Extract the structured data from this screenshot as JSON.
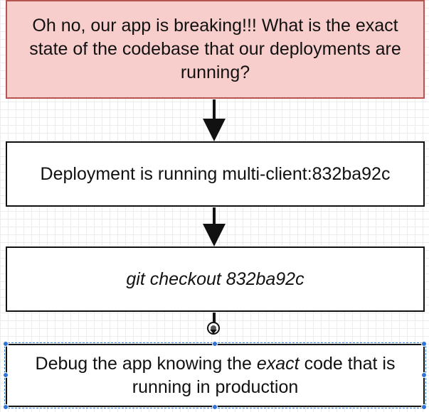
{
  "diagram": {
    "colors": {
      "problem_fill": "#f8cecc",
      "problem_stroke": "#b85450",
      "box_stroke": "#111111",
      "selection": "#3b7fd4",
      "handle": "#2f73d8"
    },
    "nodes": [
      {
        "id": "problem",
        "text": "Oh no, our app is breaking!!! What is the exact state of the codebase that our deployments are running?"
      },
      {
        "id": "deployment",
        "text": "Deployment is running multi-client:832ba92c"
      },
      {
        "id": "checkout",
        "text": "git checkout 832ba92c"
      },
      {
        "id": "debug",
        "text_before": "Debug the app knowing the ",
        "text_emphasis": "exact",
        "text_after": " code that is running in production"
      }
    ],
    "edges": [
      {
        "from": "problem",
        "to": "deployment"
      },
      {
        "from": "deployment",
        "to": "checkout"
      },
      {
        "from": "checkout",
        "to": "debug"
      }
    ]
  }
}
